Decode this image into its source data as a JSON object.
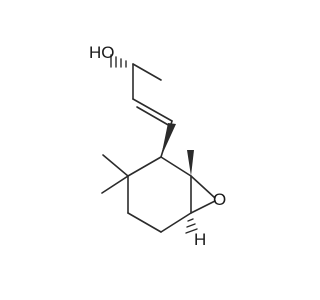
{
  "molecule": {
    "atom_labels": {
      "hydroxyl": "HO",
      "epoxide_oxygen": "O",
      "ring_hydrogen": "H"
    }
  }
}
